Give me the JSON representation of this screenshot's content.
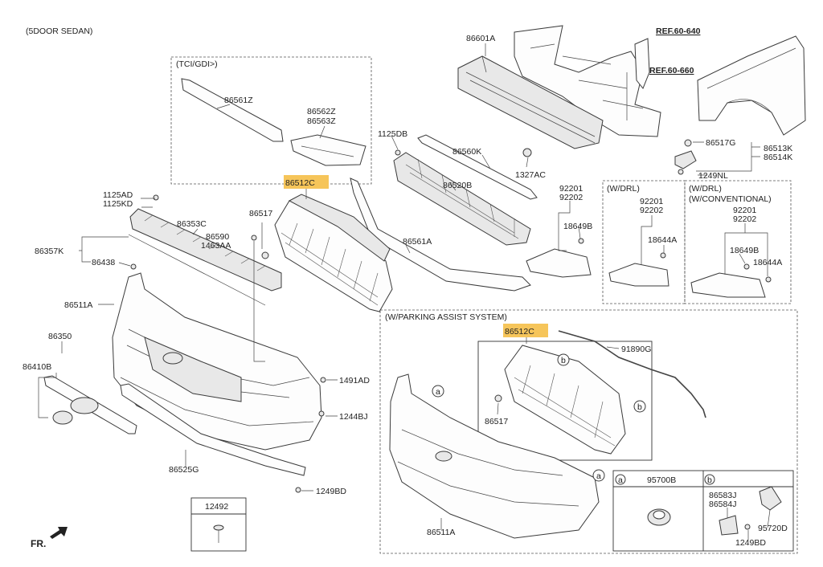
{
  "header": {
    "variant": "(5DOOR SEDAN)"
  },
  "refs": {
    "ref1": "REF.60-640",
    "ref2": "REF.60-660"
  },
  "groups": {
    "tci": "(TCI/GDI>)",
    "drl": "(W/DRL)",
    "drl_conv_1": "(W/DRL)",
    "drl_conv_2": "(W/CONVENTIONAL)",
    "parking": "(W/PARKING ASSIST SYSTEM)"
  },
  "parts": {
    "p86601A": "86601A",
    "p86561Z": "86561Z",
    "p86562Z": "86562Z",
    "p86563Z": "86563Z",
    "p1125DB": "1125DB",
    "p86560K": "86560K",
    "p1327AC": "1327AC",
    "p86517G": "86517G",
    "p86513K": "86513K",
    "p86514K": "86514K",
    "p1249NL": "1249NL",
    "p86512C_top": "86512C",
    "p86520B": "86520B",
    "p92201_a": "92201",
    "p92202_a": "92202",
    "p1125AD": "1125AD",
    "p1125KD": "1125KD",
    "p86353C": "86353C",
    "p86517_a": "86517",
    "p86590": "86590",
    "p1463AA": "1463AA",
    "p86357K": "86357K",
    "p86438": "86438",
    "p86561A": "86561A",
    "p18649B_a": "18649B",
    "p92201_b": "92201",
    "p92202_b": "92202",
    "p18644A_a": "18644A",
    "p92201_c": "92201",
    "p92202_c": "92202",
    "p18649B_b": "18649B",
    "p18644A_b": "18644A",
    "p86511A_a": "86511A",
    "p86350": "86350",
    "p86410B": "86410B",
    "p1491AD": "1491AD",
    "p1244BJ": "1244BJ",
    "p86525G": "86525G",
    "p1249BD_a": "1249BD",
    "p12492": "12492",
    "p86512C_bot": "86512C",
    "p91890G": "91890G",
    "p86517_b": "86517",
    "p86511A_b": "86511A",
    "p95700B": "95700B",
    "p86583J": "86583J",
    "p86584J": "86584J",
    "p95720D": "95720D",
    "p1249BD_b": "1249BD"
  },
  "callouts": {
    "a": "a",
    "b": "b"
  },
  "fr_label": "FR.",
  "colors": {
    "highlight": "#f6c55a",
    "line": "#444444"
  }
}
